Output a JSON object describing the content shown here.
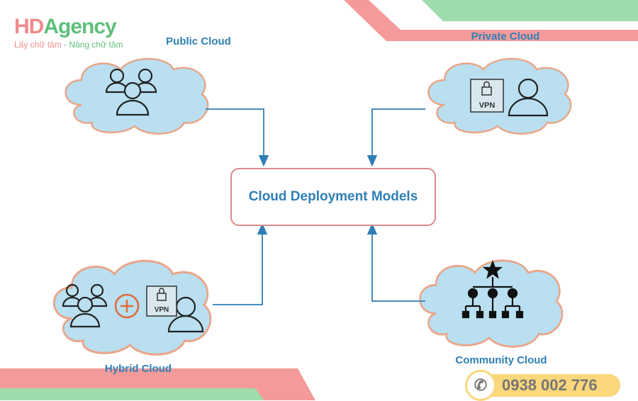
{
  "logo": {
    "brand_hd": "HD",
    "brand_agency": "Agency",
    "tagline_1": "Lấy chữ tâm",
    "tagline_2": " - Nâng chữ tâm"
  },
  "center": {
    "title": "Cloud Deployment Models"
  },
  "nodes": {
    "public": "Public Cloud",
    "private": "Private Cloud",
    "hybrid": "Hybrid Cloud",
    "community": "Community Cloud"
  },
  "icons": {
    "vpn": "VPN"
  },
  "contact": {
    "phone": "0938 002 776"
  },
  "colors": {
    "cloud_fill": "#b9dff0",
    "cloud_stroke": "#e8a68a",
    "arrow": "#2f7fb5",
    "title": "#2f7fb5",
    "box_border": "#d98a8a",
    "stripe_pink": "#f49a9a",
    "stripe_green": "#9fdcad"
  }
}
